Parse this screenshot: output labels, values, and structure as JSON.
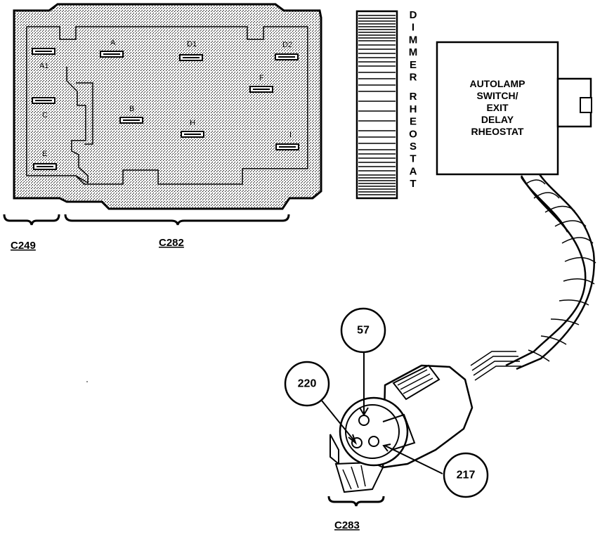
{
  "connectors": {
    "c249": "C249",
    "c282": "C282",
    "c283": "C283"
  },
  "pins": {
    "a1": "A1",
    "c": "C",
    "e": "E",
    "a": "A",
    "b": "B",
    "d1": "D1",
    "d2": "D2",
    "f": "F",
    "h": "H",
    "i": "I"
  },
  "vertical_label": [
    "D",
    "I",
    "M",
    "M",
    "E",
    "R",
    "",
    "R",
    "H",
    "E",
    "O",
    "S",
    "T",
    "A",
    "T"
  ],
  "autolamp_box": {
    "lines": [
      "AUTOLAMP",
      "SWITCH/",
      "EXIT",
      "DELAY",
      "RHEOSTAT"
    ]
  },
  "callouts": {
    "c57": "57",
    "c220": "220",
    "c217": "217"
  }
}
